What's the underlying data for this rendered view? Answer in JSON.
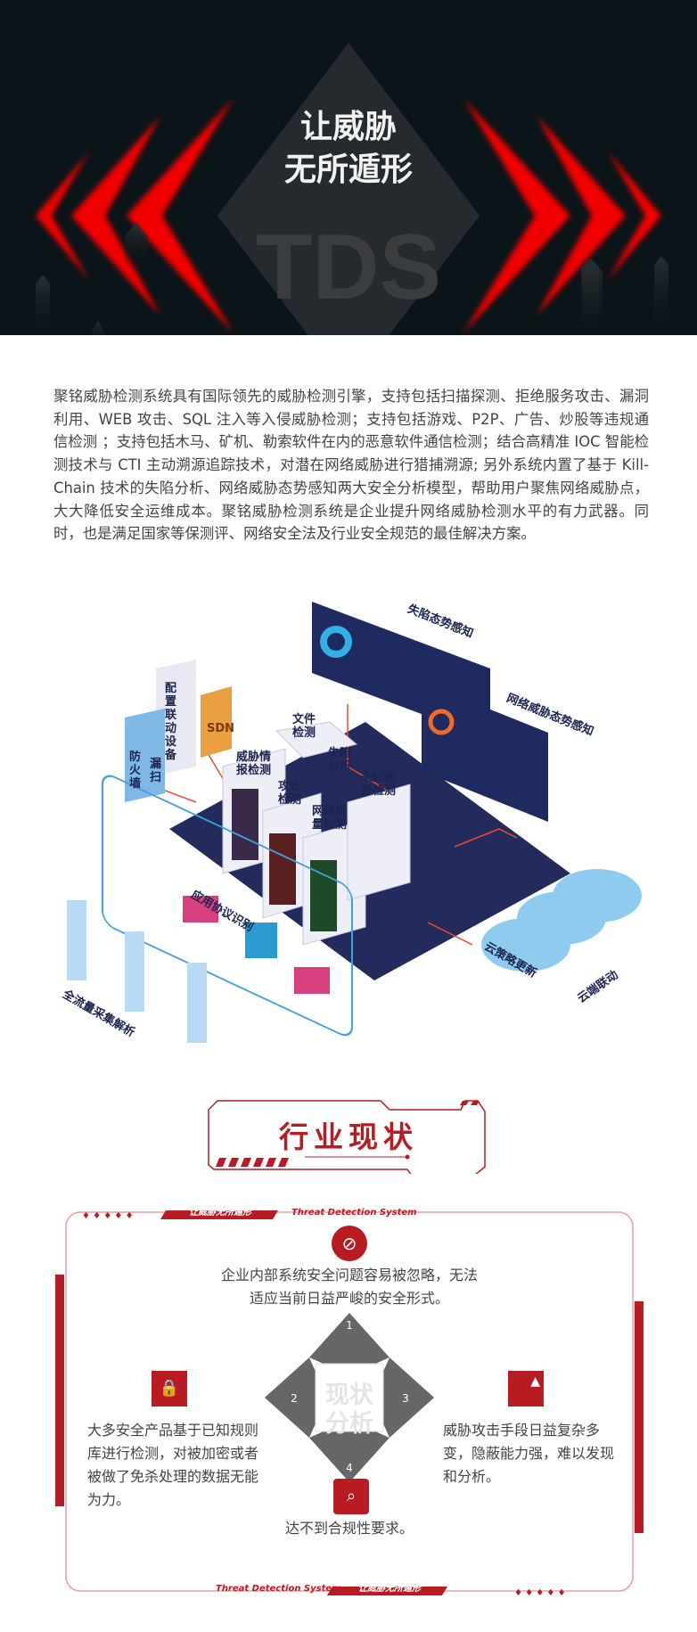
{
  "hero": {
    "title_line1": "让威胁",
    "title_line2": "无所遁形",
    "brand": "TDS"
  },
  "intro": {
    "text": "聚铭威胁检测系统具有国际领先的威胁检测引擎，支持包括扫描探测、拒绝服务攻击、漏洞利用、WEB 攻击、SQL 注入等入侵威胁检测；支持包括游戏、P2P、广告、炒股等违规通信检测 ；支持包括木马、矿机、勒索软件在内的恶意软件通信检测；结合高精准 IOC 智能检测技术与 CTI 主动溯源追踪技术，对潜在网络威胁进行猎捕溯源; 另外系统内置了基于 Kill-Chain 技术的失陷分析、网络威胁态势感知两大安全分析模型，帮助用户聚焦网络威胁点，大大降低安全运维成本。聚铭威胁检测系统是企业提升网络威胁检测水平的有力武器。同时，也是满足国家等保测评、网络安全法及行业安全规范的最佳解决方案。"
  },
  "diagram": {
    "screen1": "失陷态势感知",
    "screen2": "网络威胁态势感知",
    "config_device": "配置联动设备",
    "firewall": "防火墙",
    "scan": "漏扫",
    "sdn": "SDN",
    "file_detect": "文件检测",
    "threat_intel": "威胁情报检测",
    "compromise": "失陷分析",
    "attack": "攻击检测",
    "unknown": "未知威胁检测",
    "netquality": "网络质量检测",
    "app_protocol": "应用协议识别",
    "full_traffic": "全流量采集解析",
    "cloud_update": "云策略更新",
    "cloud_link": "云端联动"
  },
  "section": {
    "title": "行业现状",
    "band_cn": "让威胁无所遁形",
    "band_en": "Threat Detection System",
    "center": "现状分析"
  },
  "items": [
    {
      "num": "1",
      "icon": "eye-off-icon",
      "text": "企业内部系统安全问题容易被忽略，无法适应当前日益严峻的安全形式。"
    },
    {
      "num": "2",
      "icon": "locked-folder-icon",
      "text": "大多安全产品基于已知规则库进行检测，对被加密或者被做了免杀处理的数据无能为力。"
    },
    {
      "num": "3",
      "icon": "warning-document-icon",
      "text": "威胁攻击手段日益复杂多变，隐蔽能力强，难以发现和分析。"
    },
    {
      "num": "4",
      "icon": "search-document-icon",
      "text": "达不到合规性要求。"
    }
  ],
  "colors": {
    "accent": "#b81c22",
    "dark": "#0b1418",
    "navy": "#1c2450"
  }
}
